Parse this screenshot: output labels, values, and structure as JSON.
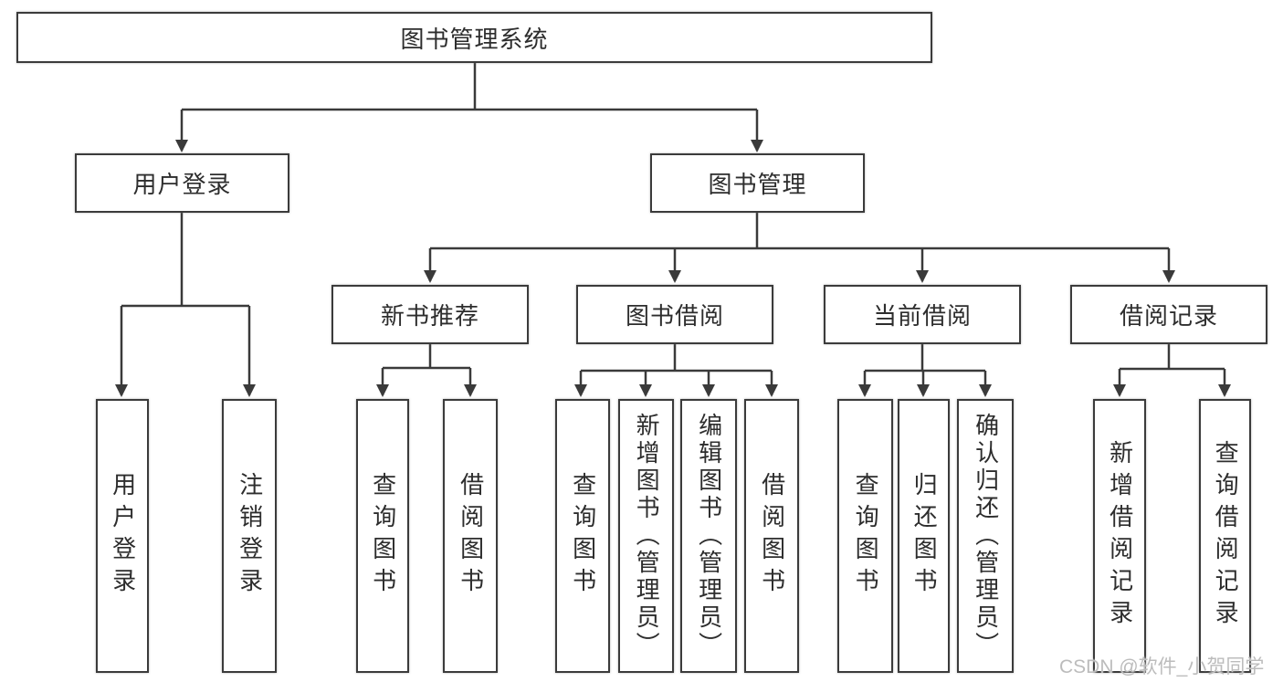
{
  "diagram": {
    "title": "图书管理系统",
    "type": "functional-structure-tree"
  },
  "nodes": {
    "root": {
      "label": "图书管理系统"
    },
    "l1": [
      {
        "label": "用户登录"
      },
      {
        "label": "图书管理"
      }
    ],
    "l2": [
      {
        "label": "新书推荐",
        "parent": "图书管理"
      },
      {
        "label": "图书借阅",
        "parent": "图书管理"
      },
      {
        "label": "当前借阅",
        "parent": "图书管理"
      },
      {
        "label": "借阅记录",
        "parent": "图书管理"
      }
    ],
    "leaves": [
      {
        "label": "用户登录",
        "parent": "用户登录"
      },
      {
        "label": "注销登录",
        "parent": "用户登录"
      },
      {
        "label": "查询图书",
        "parent": "新书推荐"
      },
      {
        "label": "借阅图书",
        "parent": "新书推荐"
      },
      {
        "label": "查询图书",
        "parent": "图书借阅"
      },
      {
        "label": "新增图书（管理员）",
        "parent": "图书借阅"
      },
      {
        "label": "编辑图书（管理员）",
        "parent": "图书借阅"
      },
      {
        "label": "借阅图书",
        "parent": "图书借阅"
      },
      {
        "label": "查询图书",
        "parent": "当前借阅"
      },
      {
        "label": "归还图书",
        "parent": "当前借阅"
      },
      {
        "label": "确认归还（管理员）",
        "parent": "当前借阅"
      },
      {
        "label": "新增借阅记录",
        "parent": "借阅记录"
      },
      {
        "label": "查询借阅记录",
        "parent": "借阅记录"
      }
    ]
  },
  "watermark": {
    "text": "CSDN @软件_小贺同学"
  },
  "colors": {
    "background": "#ffffff",
    "line": "#3a3a3a",
    "box_border": "#3b3b3b",
    "box_fill": "#ffffff",
    "text": "#2d2d2d",
    "watermark": "#bcbcbc"
  }
}
